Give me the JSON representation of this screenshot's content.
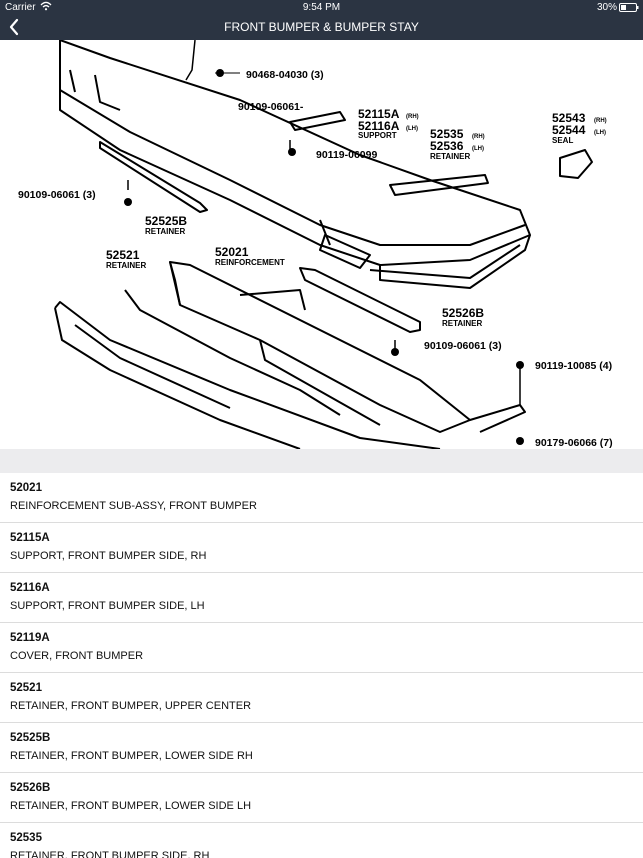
{
  "status_bar": {
    "carrier": "Carrier",
    "time": "9:54 PM",
    "battery": "30%"
  },
  "nav": {
    "title": "FRONT BUMPER & BUMPER STAY",
    "back_icon": "chevron-left-icon"
  },
  "diagram": {
    "callouts": [
      "90468-04030 (3)",
      "90109-06061-",
      "52115A",
      "52116A",
      "SUPPORT",
      "90119-06099",
      "52535",
      "52536",
      "RETAINER",
      "52543",
      "52544",
      "SEAL",
      "90109-06061 (3)",
      "52525B",
      "RETAINER",
      "52521",
      "RETAINER",
      "52021",
      "REINFORCEMENT",
      "52526B",
      "RETAINER",
      "90109-06061 (3)",
      "90119-10085 (4)",
      "90179-06066 (7)"
    ],
    "side_tags": {
      "rh": "(RH)",
      "lh": "(LH)"
    }
  },
  "parts": [
    {
      "number": "52021",
      "description": "REINFORCEMENT SUB-ASSY, FRONT BUMPER"
    },
    {
      "number": "52115A",
      "description": "SUPPORT, FRONT BUMPER SIDE, RH"
    },
    {
      "number": "52116A",
      "description": "SUPPORT, FRONT BUMPER SIDE, LH"
    },
    {
      "number": "52119A",
      "description": "COVER, FRONT BUMPER"
    },
    {
      "number": "52521",
      "description": "RETAINER, FRONT BUMPER, UPPER CENTER"
    },
    {
      "number": "52525B",
      "description": "RETAINER, FRONT BUMPER, LOWER SIDE RH"
    },
    {
      "number": "52526B",
      "description": "RETAINER, FRONT BUMPER, LOWER SIDE LH"
    },
    {
      "number": "52535",
      "description": "RETAINER, FRONT BUMPER SIDE, RH"
    }
  ]
}
